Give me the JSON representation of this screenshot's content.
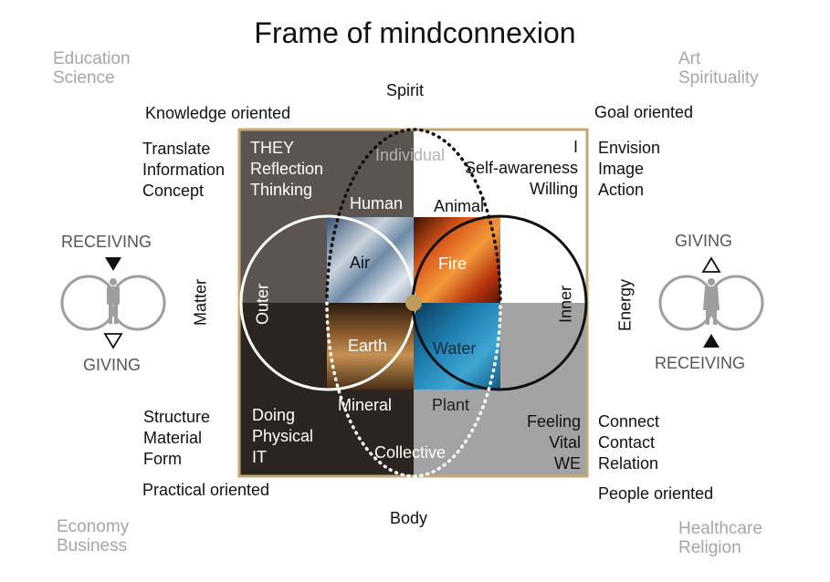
{
  "title": "Frame of mindconnexion",
  "axes": {
    "top": "Spirit",
    "bottom": "Body",
    "left": "Matter",
    "right": "Energy"
  },
  "corners": {
    "top_left": [
      "Education",
      "Science"
    ],
    "top_right": [
      "Art",
      "Spirituality"
    ],
    "bottom_left": [
      "Economy",
      "Business"
    ],
    "bottom_right": [
      "Healthcare",
      "Religion"
    ]
  },
  "orientations": {
    "top_left": "Knowledge oriented",
    "top_right": "Goal oriented",
    "bottom_left": "Practical oriented",
    "bottom_right": "People oriented"
  },
  "outside_lists": {
    "top_left": [
      "Translate",
      "Information",
      "Concept"
    ],
    "top_right": [
      "Envision",
      "Image",
      "Action"
    ],
    "bottom_left": [
      "Structure",
      "Material",
      "Form"
    ],
    "bottom_right": [
      "Connect",
      "Contact",
      "Relation"
    ]
  },
  "quadrants": {
    "top_left": [
      "THEY",
      "Reflection",
      "Thinking"
    ],
    "top_right": [
      "I",
      "Self-awareness",
      "Willing"
    ],
    "bottom_left": [
      "Doing",
      "Physical",
      "IT"
    ],
    "bottom_right": [
      "Feeling",
      "Vital",
      "WE"
    ]
  },
  "circle_labels": {
    "individual": "Individual",
    "collective": "Collective",
    "outer": "Outer",
    "inner": "Inner"
  },
  "kingdoms": {
    "human": "Human",
    "animal": "Animal",
    "mineral": "Mineral",
    "plant": "Plant"
  },
  "elements": {
    "air": "Air",
    "fire": "Fire",
    "earth": "Earth",
    "water": "Water"
  },
  "left_figure": {
    "top": "RECEIVING",
    "bottom": "GIVING"
  },
  "right_figure": {
    "top": "GIVING",
    "bottom": "RECEIVING"
  },
  "colors": {
    "frame_border": "#c2a874",
    "quadrant_top_left": "#5b5450",
    "quadrant_bottom_left": "#2b2421",
    "quadrant_bottom_right": "#a3a3a3",
    "quadrant_top_right": "#ffffff",
    "center_dot": "#bf9a5a",
    "figure_grey": "#9e9e9e",
    "corner_text": "#a6a6a6"
  }
}
